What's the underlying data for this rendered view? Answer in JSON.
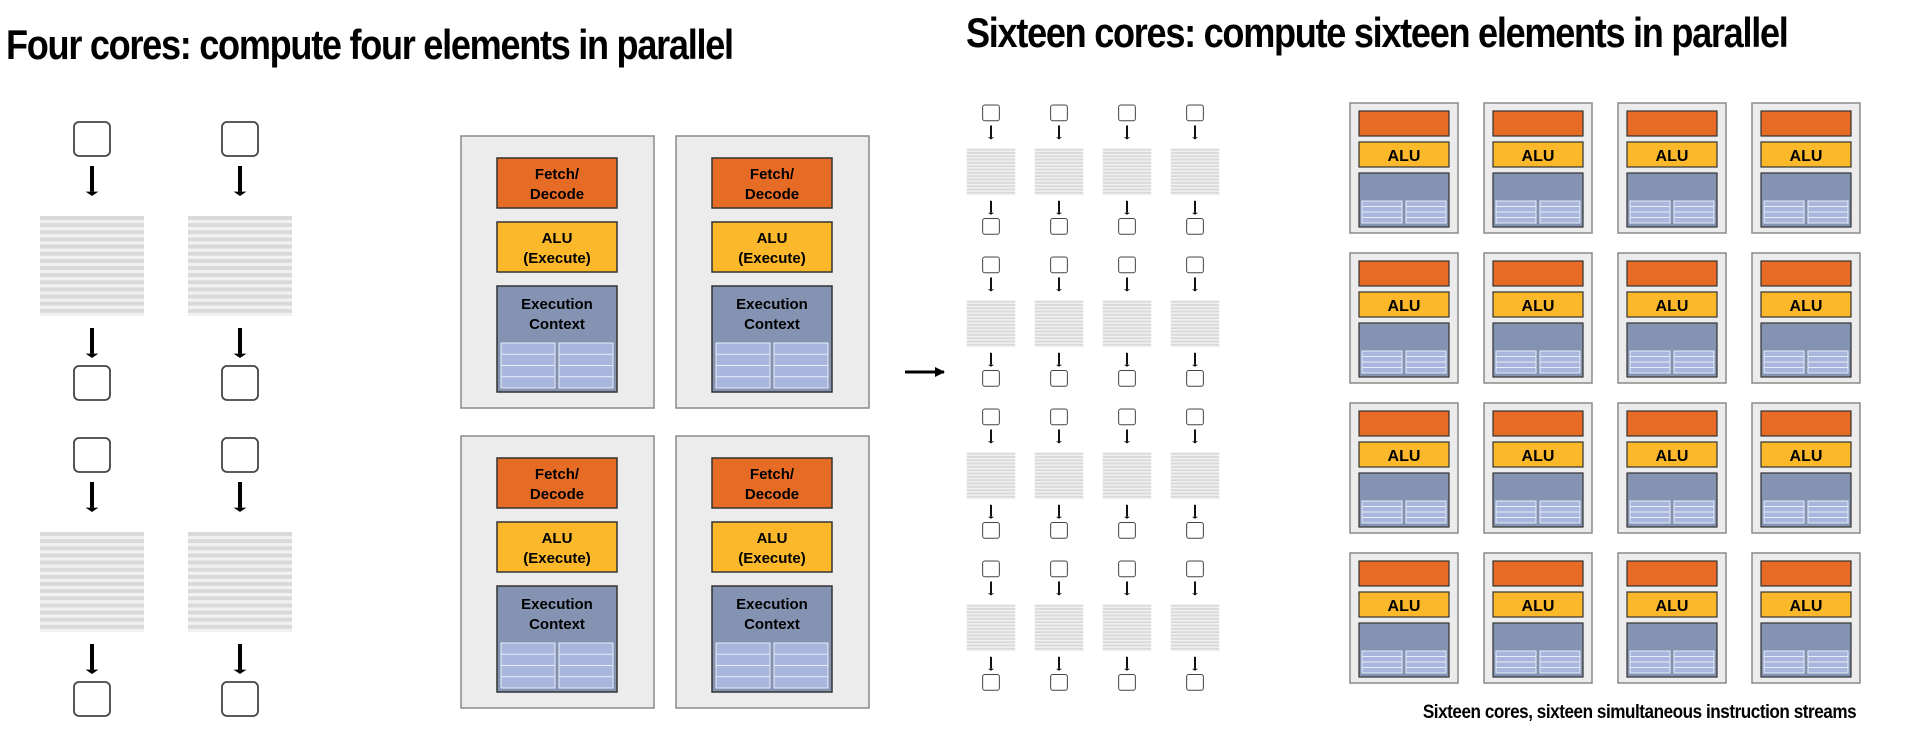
{
  "left": {
    "title": "Four cores: compute four elements in parallel",
    "core": {
      "fetch_line1": "Fetch/",
      "fetch_line2": "Decode",
      "alu_line1": "ALU",
      "alu_line2": "(Execute)",
      "ctx_line1": "Execution",
      "ctx_line2": "Context"
    }
  },
  "right": {
    "title": "Sixteen cores: compute sixteen elements in parallel",
    "alu_label": "ALU",
    "caption": "Sixteen cores, sixteen simultaneous instruction streams"
  },
  "colors": {
    "fetch": "#e66b25",
    "alu": "#fbb82a",
    "context": "#8593b3",
    "context_cell": "#a8b6de",
    "core_bg": "#ececec",
    "core_border": "#8a8a8a",
    "instruction_line": "#d9d9d9"
  }
}
